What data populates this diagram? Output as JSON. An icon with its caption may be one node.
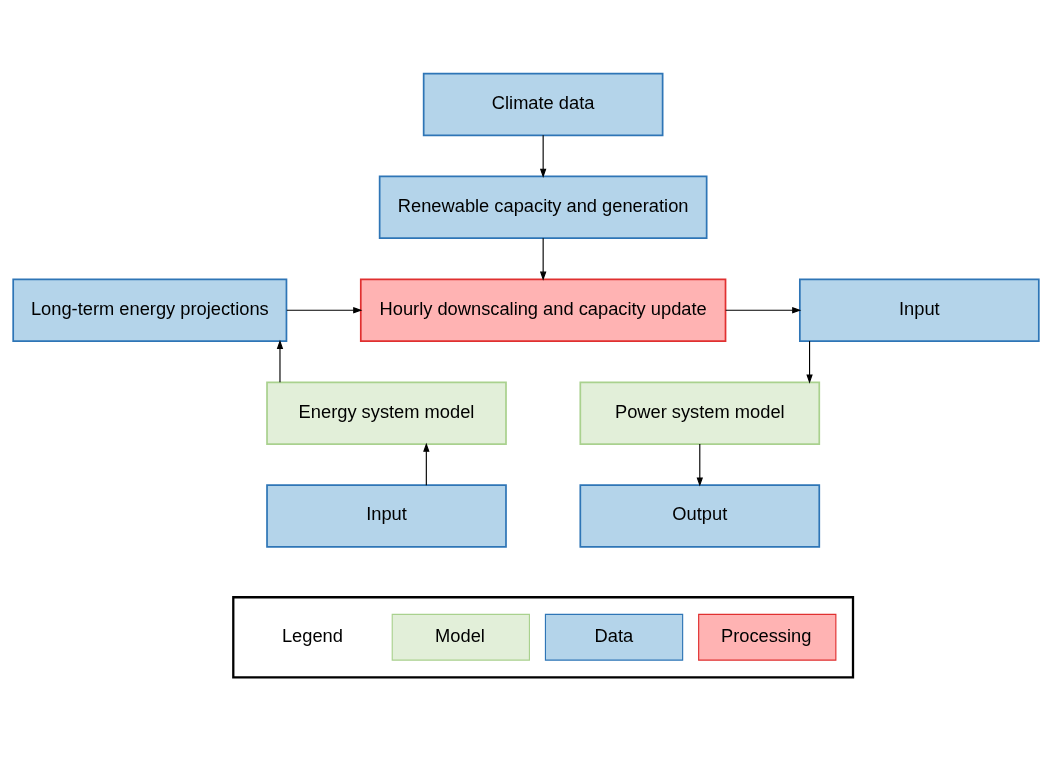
{
  "diagram": {
    "nodes": [
      {
        "text": [
          "Climate data"
        ]
      },
      {
        "text": [
          "Renewable capacity and generation"
        ]
      },
      {
        "text": [
          "Long-term energy projections"
        ]
      },
      {
        "text": [
          "Hourly downscaling and capacity update"
        ]
      },
      {
        "text": [
          "Input"
        ]
      },
      {
        "text": [
          "Energy system model"
        ]
      },
      {
        "text": [
          "Power system model"
        ]
      },
      {
        "text": [
          "Input"
        ]
      },
      {
        "text": [
          "Output"
        ]
      }
    ],
    "edges": [
      {
        "from": 0,
        "to": 1,
        "arrow": "to"
      },
      {
        "from": 1,
        "to": 3,
        "arrow": "to"
      },
      {
        "from": 2,
        "to": 3,
        "arrow": "to"
      },
      {
        "from": 3,
        "to": 4,
        "arrow": "to"
      },
      {
        "from": 4,
        "to": 6,
        "arrow": "to"
      },
      {
        "from": 6,
        "to": 8,
        "arrow": "to"
      },
      {
        "from": 7,
        "to": 5,
        "arrow": "to"
      },
      {
        "from": 5,
        "to": 2,
        "arrow": "to"
      }
    ],
    "labels": [
      "Legend"
    ],
    "legend": [
      {
        "text": "Model",
        "color": "#e2efd9"
      },
      {
        "text": "Data",
        "color": "#b4d4ea"
      },
      {
        "text": "Processing",
        "color": "#ffb3b3"
      }
    ]
  }
}
